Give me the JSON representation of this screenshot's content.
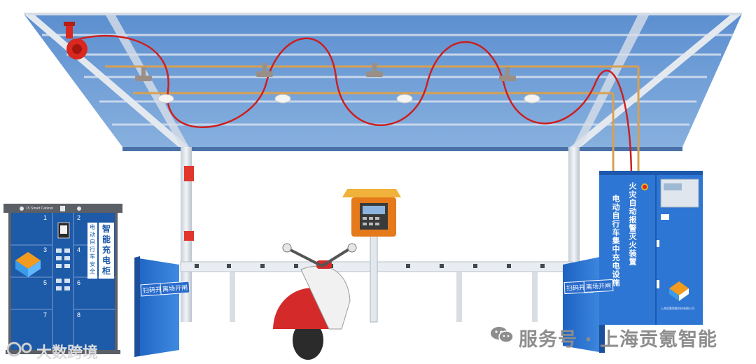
{
  "cabinet": {
    "header_text": "15 Smart Cabinet",
    "slots": [
      "1",
      "2",
      "3",
      "4",
      "5",
      "6",
      "7",
      "8"
    ],
    "title_chars": [
      "智",
      "能",
      "充",
      "电",
      "柜"
    ],
    "subtitle_chars": [
      "电",
      "动",
      "自",
      "行",
      "车",
      "安",
      "全"
    ]
  },
  "gates": {
    "left_label_1": "扫码开闸",
    "left_label_2": "离场开闸",
    "right_label_1": "扫码开闸",
    "right_label_2": "离场开闸"
  },
  "control_box": {
    "line_1": "火灾自动报警灭火装置",
    "line_2": "电动自行车集中充电设施",
    "footer": "上海贡氪智能科技有限公司"
  },
  "watermarks": {
    "account": "服务号 · 上海贡氪智能",
    "source": "大数跨境"
  },
  "colors": {
    "roof": "#6d9bd3",
    "steel": "#dfe6ee",
    "cabinet_blue": "#1d5aa8",
    "control_blue": "#2e76d4",
    "pipe": "#d9a050",
    "wire": "#cc1f1f",
    "charger_orange": "#e47a1a"
  }
}
